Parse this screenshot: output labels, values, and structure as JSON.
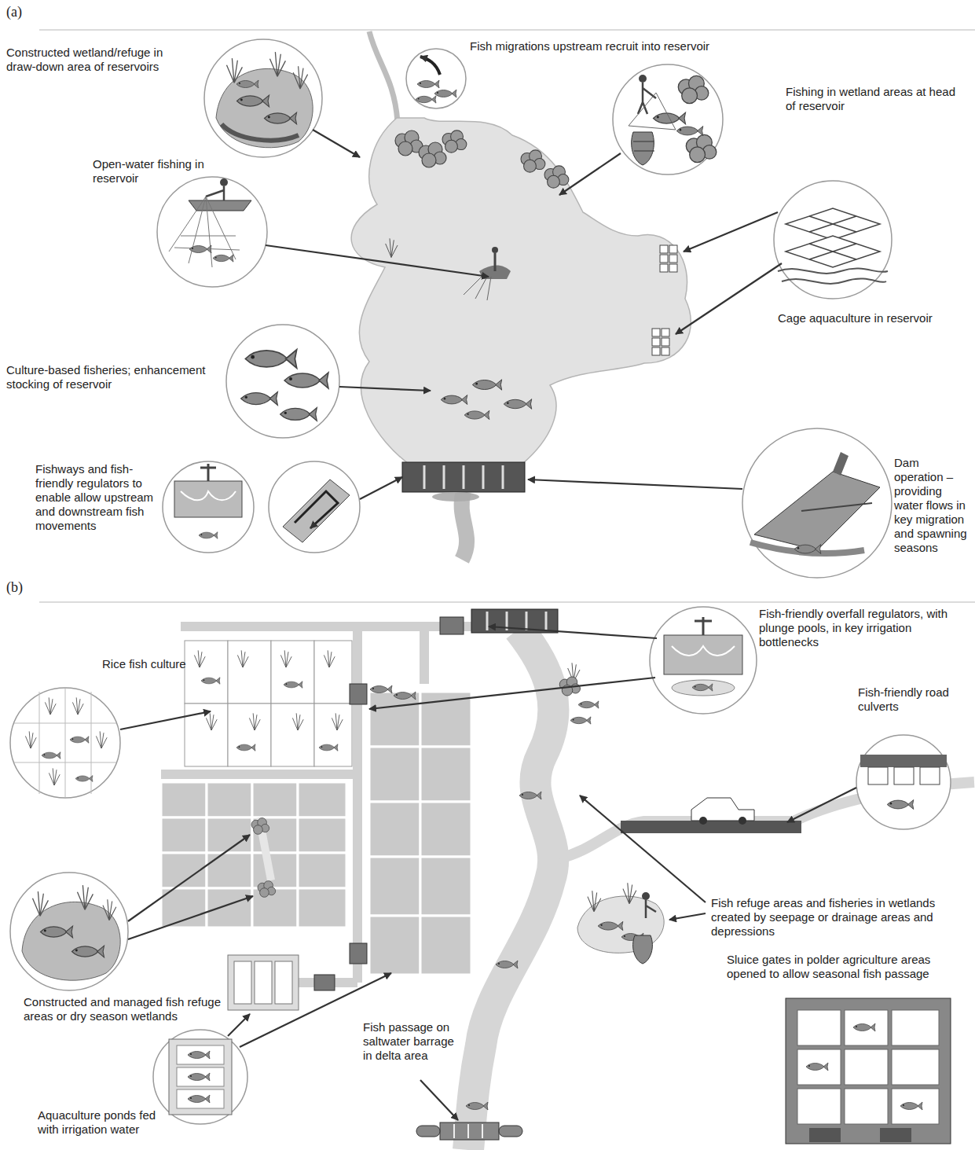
{
  "diagram": {
    "labels": [
      "(a)",
      "Constructed wetland/refuge in draw-down area of reservoirs",
      "Fish migrations upstream recruit into reservoir",
      "Fishing in wetland areas at head of reservoir",
      "Open-water fishing in reservoir",
      "Cage aquaculture in reservoir",
      "Culture-based fisheries; enhancement stocking of reservoir",
      "Fishways and fish-friendly regulators to enable allow upstream and downstream fish movements",
      "Dam operation – providing water flows in key migration and spawning seasons",
      "(b)",
      "Rice fish culture",
      "Fish-friendly overfall regulators, with plunge pools, in key irrigation bottlenecks",
      "Fish-friendly road culverts",
      "Fish refuge areas and fisheries in wetlands created by seepage or drainage areas and depressions",
      "Constructed and managed fish refuge areas or dry season wetlands",
      "Sluice gates in polder agriculture areas opened to allow seasonal fish passage",
      "Fish passage on saltwater barrage in delta area",
      "Aquaculture ponds fed with irrigation water"
    ]
  }
}
